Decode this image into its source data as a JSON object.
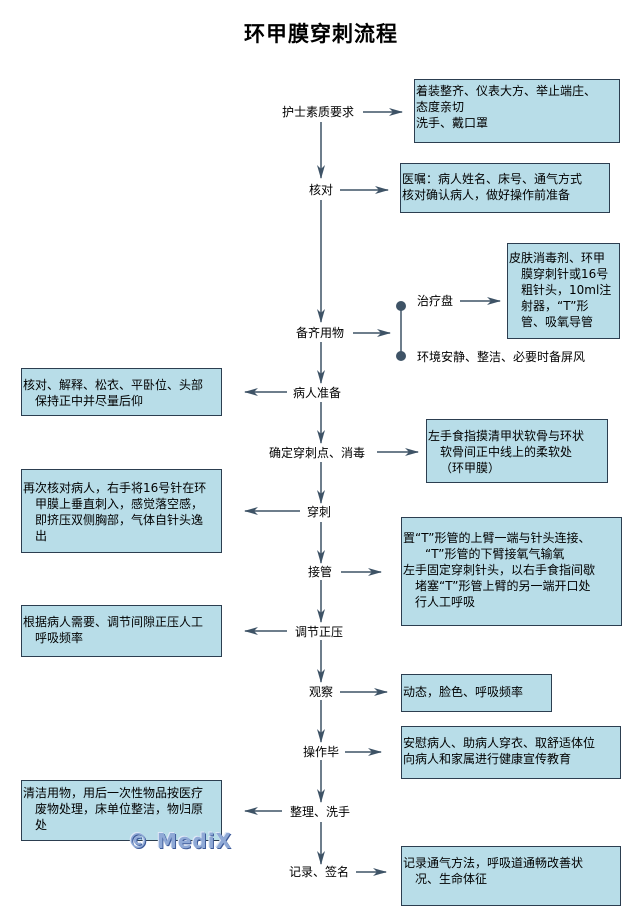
{
  "title": "环甲膜穿刺流程",
  "steps": [
    {
      "label": "护士素质要求"
    },
    {
      "label": "核对"
    },
    {
      "label": "备齐用物"
    },
    {
      "label": "病人准备"
    },
    {
      "label": "确定穿刺点、消毒"
    },
    {
      "label": "穿刺"
    },
    {
      "label": "接管"
    },
    {
      "label": "调节正压"
    },
    {
      "label": "观察"
    },
    {
      "label": "操作毕"
    },
    {
      "label": "整理、洗手"
    },
    {
      "label": "记录、签名"
    }
  ],
  "boxes": {
    "nurse_quality": [
      "着装整齐、仪表大方、举止端庄、",
      "态度亲切",
      "洗手、戴口罩"
    ],
    "check": [
      "医嘱：病人姓名、床号、通气方式",
      "核对确认病人，做好操作前准备"
    ],
    "tray": [
      "皮肤消毒剂、环甲",
      "膜穿刺针或16号",
      "粗针头，10ml注",
      "射器，“T”形",
      "管、吸氧导管"
    ],
    "patient_prep": [
      "核对、解释、松衣、平卧位、头部",
      "保持正中并尽量后仰"
    ],
    "puncture_point": [
      "左手食指摸清甲状软骨与环状",
      "软骨间正中线上的柔软处",
      "（环甲膜）"
    ],
    "puncture": [
      "再次核对病人，右手将16号针在环",
      "甲膜上垂直刺入，感觉落空感，",
      "即挤压双侧胸部，气体自针头逸",
      "出"
    ],
    "connect": [
      "置“T”形管的上臂一端与针头连接、",
      "“T”形管的下臂接氧气输氧",
      "左手固定穿刺针头，以右手食指间歇",
      "堵塞“T”形管上臂的另一端开口处",
      "行人工呼吸"
    ],
    "pressure": [
      "根据病人需要、调节间隙正压人工",
      "呼吸频率"
    ],
    "observe": [
      "动态，脸色、呼吸频率"
    ],
    "finish": [
      "安慰病人、助病人穿衣、取舒适体位",
      "向病人和家属进行健康宣传教育"
    ],
    "tidy": [
      "清洁用物，用后一次性物品按医疗",
      "废物处理，床单位整洁，物归原",
      "处"
    ],
    "record": [
      "记录通气方法，呼吸道通畅改善状",
      "况、生命体征"
    ]
  },
  "branch": {
    "tray_label": "治疗盘",
    "environment_label": "环境安静、整洁、必要时备屏风"
  },
  "watermark": "© MediX",
  "colors": {
    "box_fill": "#b8dde8",
    "box_border": "#2c3e50",
    "connector": "#3e5366"
  }
}
